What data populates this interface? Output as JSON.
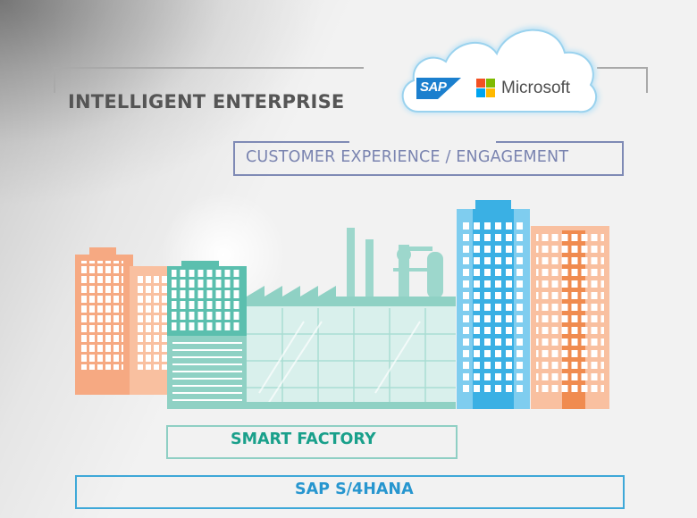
{
  "header": {
    "title": "INTELLIGENT ENTERPRISE"
  },
  "cloud": {
    "logos": [
      {
        "name": "SAP",
        "label": "SAP",
        "color": "#1b7fce"
      },
      {
        "name": "Microsoft",
        "label": "Microsoft",
        "colors": [
          "#f25022",
          "#7fba00",
          "#00a4ef",
          "#ffb900"
        ]
      }
    ]
  },
  "layers": {
    "customer_experience": {
      "label": "CUSTOMER EXPERIENCE / ENGAGEMENT",
      "color": "#7a84b0"
    },
    "smart_factory": {
      "label": "SMART FACTORY",
      "color": "#1aa08b"
    },
    "erp": {
      "label": "SAP S/4HANA",
      "color": "#2796cf"
    }
  },
  "palette": {
    "orange": "#f6a982",
    "teal": "#8fd1c4",
    "blue": "#3ab0e4"
  }
}
